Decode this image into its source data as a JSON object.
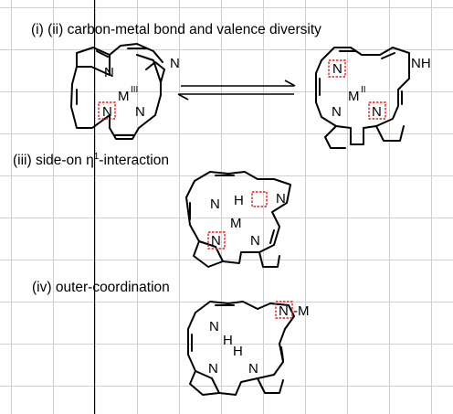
{
  "labels": {
    "section_1": "(i) (ii) carbon-metal bond and valence diversity",
    "section_3_prefix": "(iii) side-on η",
    "section_3_sup": "1",
    "section_3_suffix": "-interaction",
    "section_4": "(iv) outer-coordination"
  },
  "atoms": {
    "n": "N",
    "nh": "NH",
    "m": "M",
    "h": "H",
    "ox_iii": "III",
    "ox_ii": "II",
    "ext_m": "-M"
  },
  "colors": {
    "highlight": "#dd2222",
    "line": "#000000",
    "grid": "#cfcfcf"
  }
}
